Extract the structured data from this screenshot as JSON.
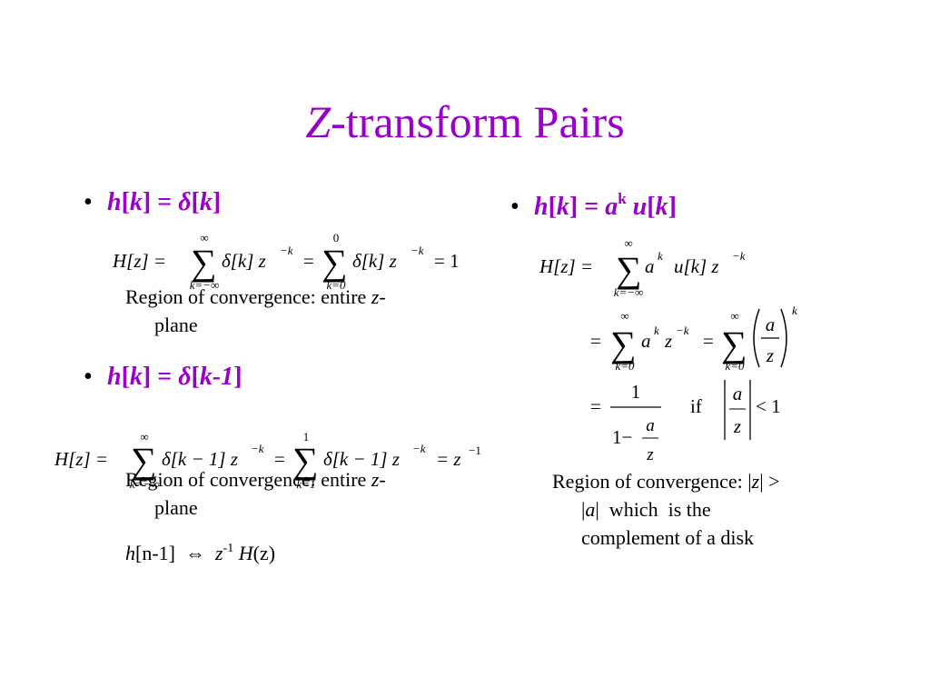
{
  "slide": {
    "title_italic": "Z",
    "title_rest": "-transform Pairs",
    "bullet_glyph": "•",
    "accent_color": "#9900cc",
    "left": {
      "bullet1": {
        "h": "h",
        "open": "[",
        "k": "k",
        "close": "] = ",
        "delta": "δ",
        "open2": "[",
        "arg": "k",
        "close2": "]"
      },
      "formula1": {
        "lhs": "H[z] =",
        "sum_top1": "∞",
        "sum_bot1": "k=−∞",
        "term1": "δ[k] z",
        "exp1": "−k",
        "eq": "=",
        "sum_top2": "0",
        "sum_bot2": "k=0",
        "term2": "δ[k] z",
        "exp2": "−k",
        "result": "= 1"
      },
      "roc1": {
        "text": "Region of convergence: entire ",
        "z": "z",
        "dash": "-",
        "line2": "plane"
      },
      "bullet2": {
        "h": "h",
        "open": "[",
        "k": "k",
        "close": "] = ",
        "delta": "δ",
        "open2": "[",
        "arg": "k-1",
        "close2": "]"
      },
      "formula2": {
        "lhs": "H[z] =",
        "sum_top1": "∞",
        "sum_bot1": "k=−∞",
        "term1": "δ[k − 1] z",
        "exp1": "−k",
        "eq": "=",
        "sum_top2": "1",
        "sum_bot2": "k=1",
        "term2": "δ[k − 1] z",
        "exp2": "−k",
        "result": "= z",
        "result_exp": "−1"
      },
      "roc2": {
        "text": "Region of convergence: entire ",
        "z": "z",
        "dash": "-",
        "line2": "plane"
      },
      "shift": {
        "h": "h",
        "n_part": "[n-1]",
        "arrow": "⇔",
        "z": "z",
        "exp": "-1",
        "H": "H",
        "paren_z": "(z)"
      }
    },
    "right": {
      "bullet": {
        "h": "h",
        "open": "[",
        "k": "k",
        "close": "] = ",
        "a": "a",
        "exp": "k",
        "u": "u",
        "open2": "[",
        "arg": "k",
        "close2": "]"
      },
      "formula": {
        "lhs": "H[z] =",
        "sum_top": "∞",
        "sum_bot": "k=−∞",
        "term": "a",
        "term_exp": "k",
        "term2": "u[k] z",
        "term2_exp": "−k",
        "l2_eq": "=",
        "l2_sum_top": "∞",
        "l2_sum_bot": "k=0",
        "l2_term": "a",
        "l2_term_exp": "k",
        "l2_z": "z",
        "l2_z_exp": "−k",
        "l2_eq2": "=",
        "l2_sum2_top": "∞",
        "l2_sum2_bot": "k=0",
        "frac_num": "a",
        "frac_den": "z",
        "paren_exp": "k",
        "l3_eq": "=",
        "l3_num": "1",
        "l3_den_one": "1−",
        "l3_den_num": "a",
        "l3_den_den": "z",
        "if_text": "if",
        "abs_num": "a",
        "abs_den": "z",
        "lt_one": "< 1"
      },
      "roc": {
        "text": "Region of convergence: |",
        "z": "z",
        "gt": "| >",
        "line2_bar": "|",
        "a": "a",
        "line2_rest": "|  which  is the",
        "line3": "complement of a disk"
      }
    }
  }
}
